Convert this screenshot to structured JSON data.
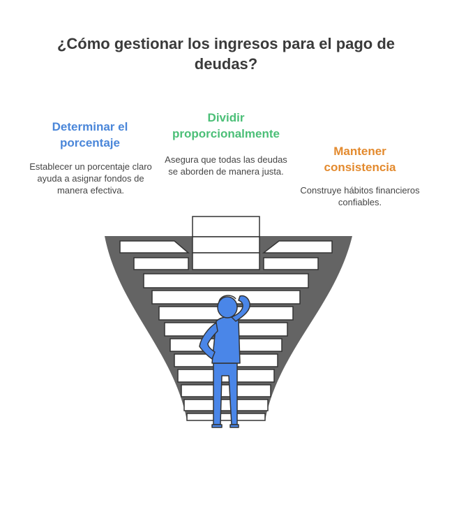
{
  "title": "¿Cómo gestionar los ingresos para el pago de deudas?",
  "colors": {
    "blue": "#4a86d9",
    "green": "#4bbf77",
    "orange": "#e38a2e",
    "dark_gray": "#646464",
    "stair_fill": "#ffffff",
    "person_blue": "#4a86e8",
    "outline": "#333333"
  },
  "steps": [
    {
      "heading": "Determinar el porcentaje",
      "description": "Establecer un porcentaje claro ayuda a asignar fondos de manera efectiva.",
      "color": "blue"
    },
    {
      "heading": "Dividir proporcionalmente",
      "description": "Asegura que todas las deudas se aborden de manera justa.",
      "color": "green"
    },
    {
      "heading": "Mantener consistencia",
      "description": "Construye hábitos financieros confiables.",
      "color": "orange"
    }
  ],
  "icons": [
    "person-thinking-icon",
    "staircase-illustration"
  ]
}
